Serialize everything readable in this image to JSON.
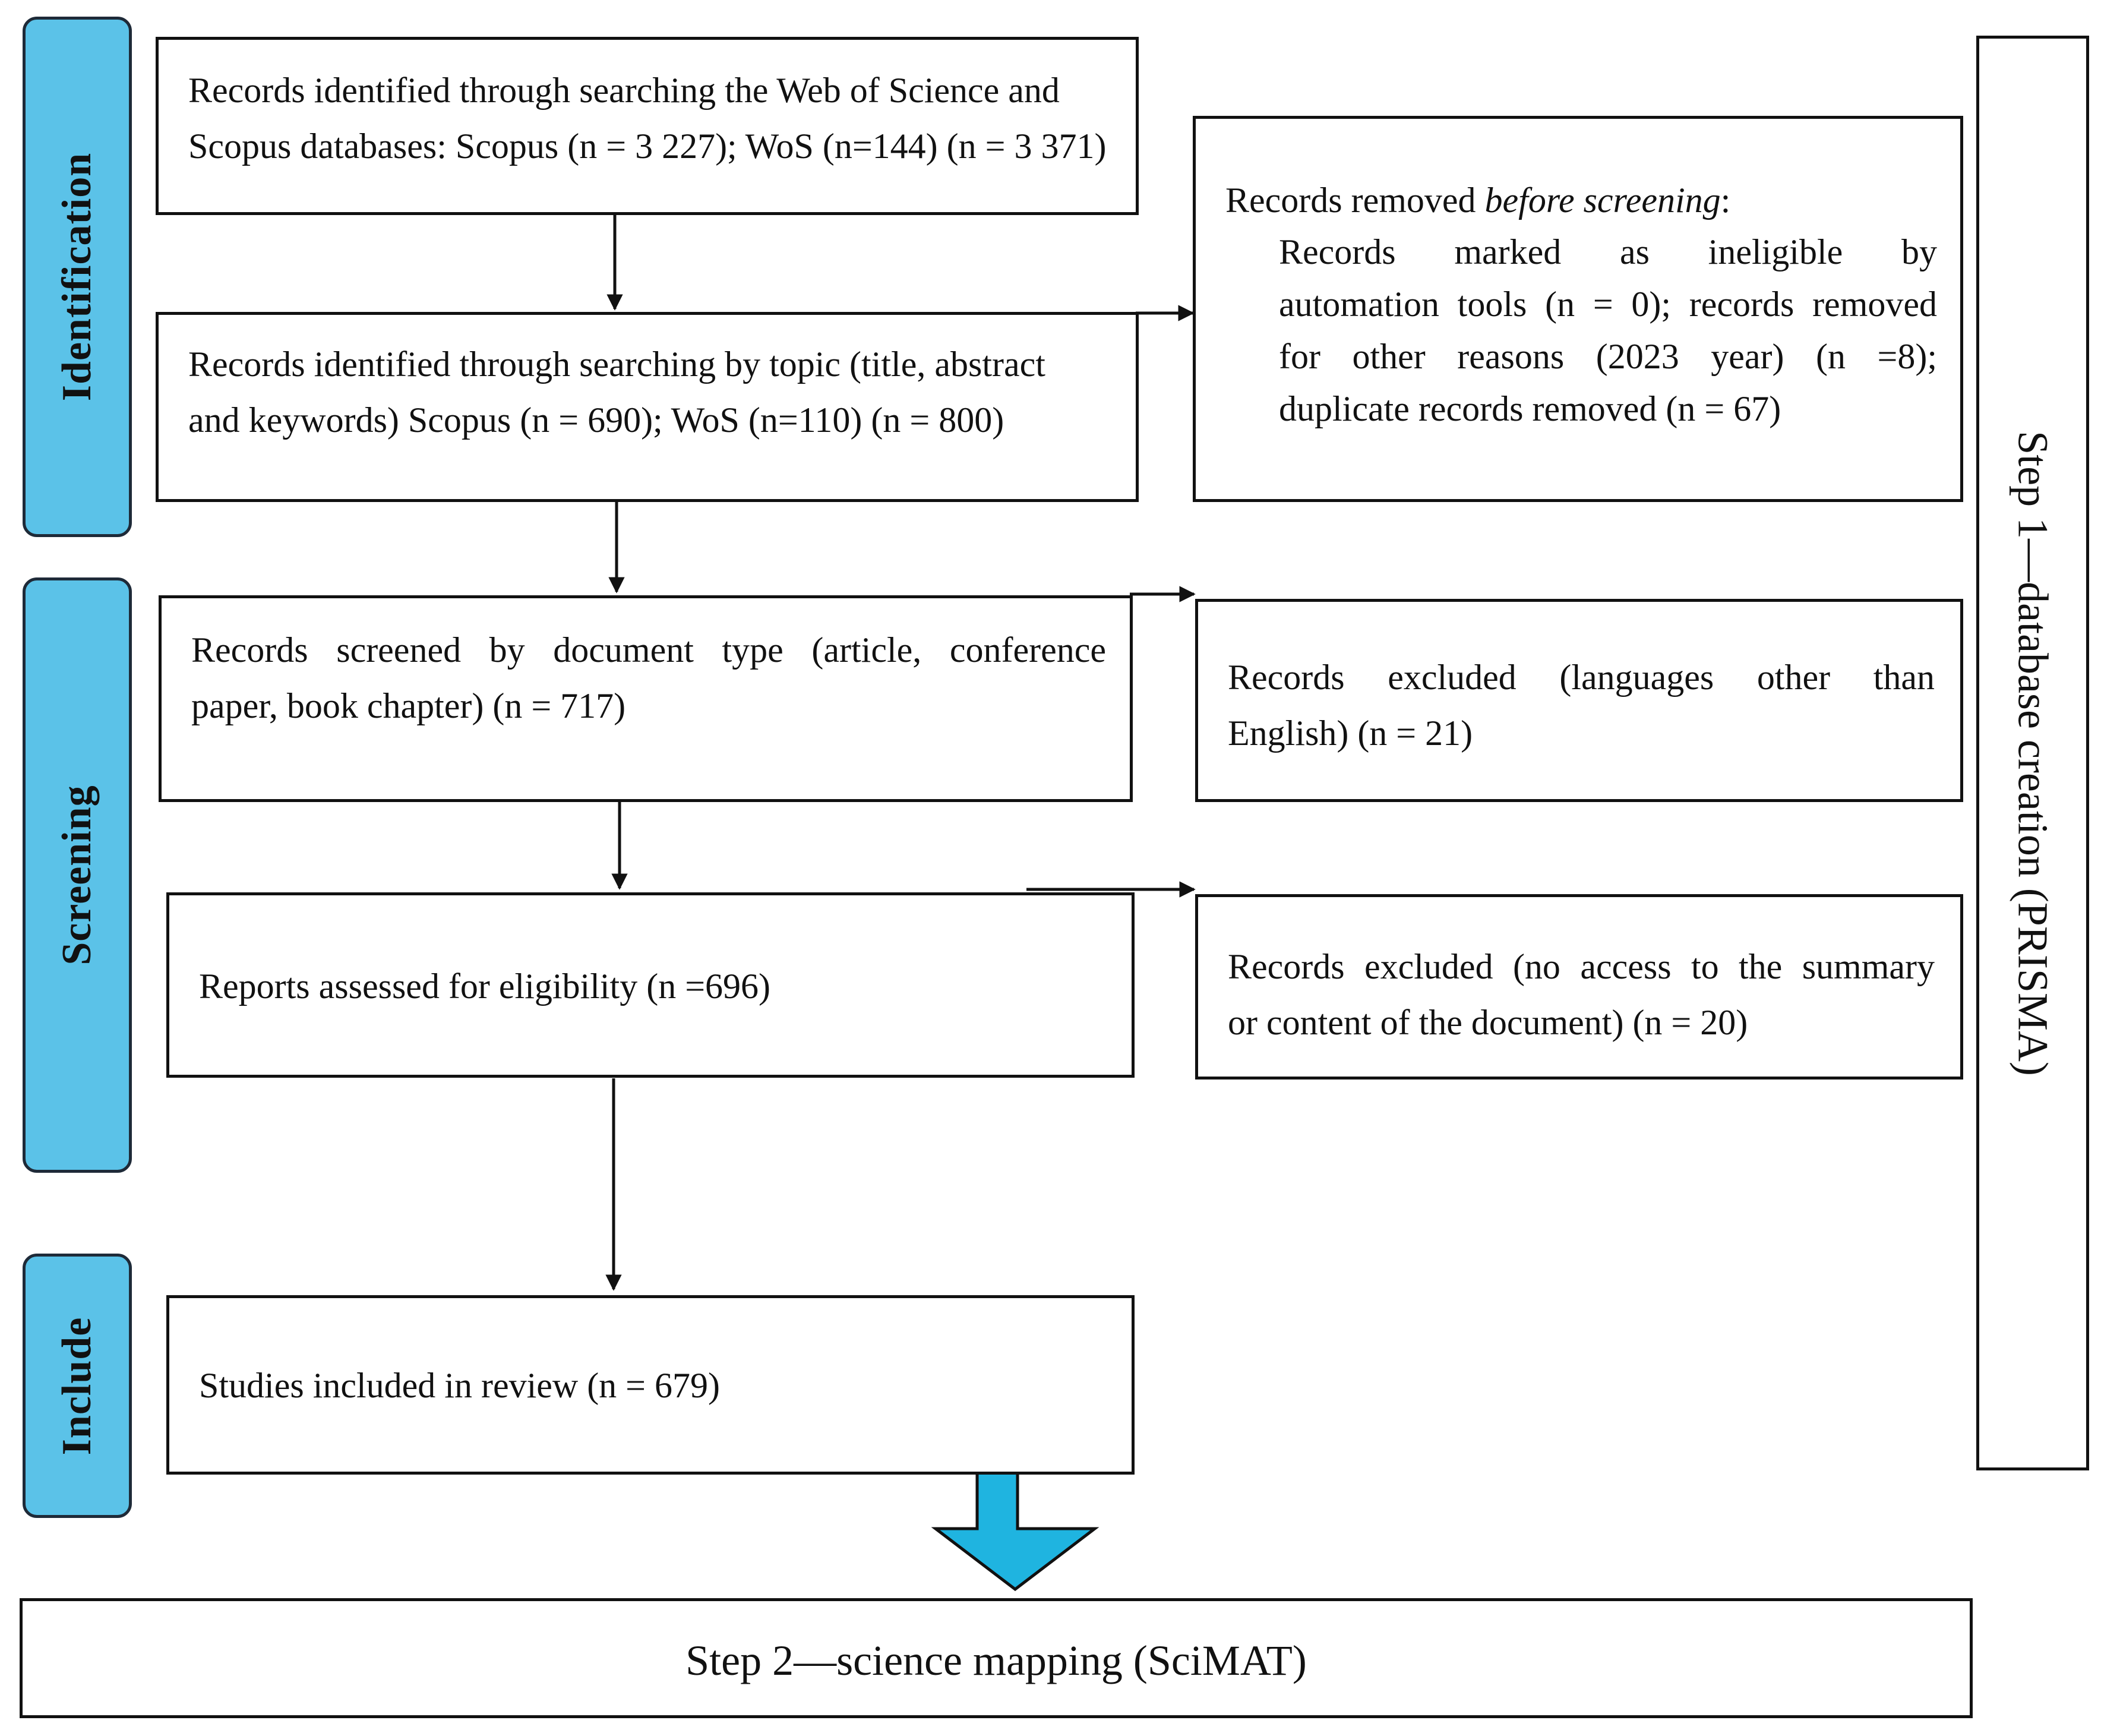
{
  "colors": {
    "phase_fill": "#5bc2e8",
    "down_arrow_fill": "#1fb4e0",
    "stroke": "#111111"
  },
  "phases": {
    "identification": "Identification",
    "screening": "Screening",
    "include": "Include"
  },
  "boxes": {
    "identified_db": {
      "line1": "Records identified through searching the Web of Science and",
      "line2": "Scopus databases: Scopus (n = 3 227); WoS (n=144) (n = 3 371)"
    },
    "identified_topic": {
      "line1": "Records identified through searching by topic (title, abstract",
      "line2": "and keywords) Scopus (n = 690); WoS (n=110) (n = 800)"
    },
    "removed_before": {
      "heading_prefix": "Records removed ",
      "heading_italic": "before screening",
      "heading_suffix": ":",
      "line1": "Records marked as ineligible by",
      "line2": "automation tools (n = 0); records removed",
      "line3": "for other reasons (2023 year) (n =8);",
      "line4": "duplicate records removed  (n = 67)"
    },
    "screened_type": {
      "line1": "Records screened by document type (article, conference",
      "line2": "paper, book chapter) (n = 717)"
    },
    "excluded_language": {
      "line1": "Records excluded (languages other than",
      "line2": "English) (n = 21)"
    },
    "assessed_eligibility": "Reports assessed for eligibility (n =696)",
    "excluded_access": {
      "line1": "Records excluded (no access to the summary",
      "line2": "or content of the document) (n = 20)"
    },
    "included": "Studies included in review (n = 679)"
  },
  "step1": "Step 1—database creation (PRISMA)",
  "step2": "Step 2—science mapping (SciMAT)"
}
